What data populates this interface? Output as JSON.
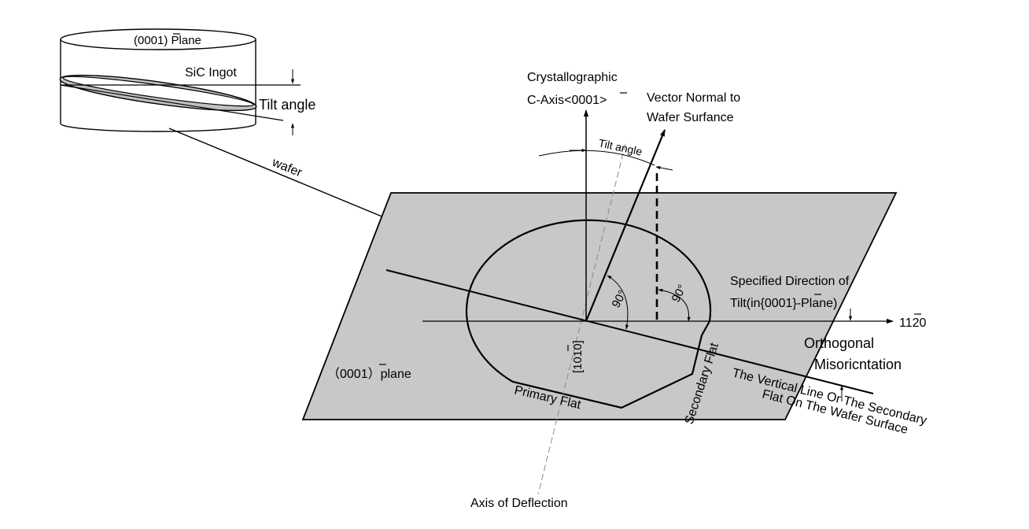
{
  "diagram": {
    "labels": {
      "ingot_plane": "(0001) Plane",
      "sic_ingot": "SiC Ingot",
      "ingot_tilt_angle": "Tilt angle",
      "wafer": "wafer",
      "c_axis_line1": "Crystallographic",
      "c_axis_line2": "C-Axis<0001>",
      "normal_line1": "Vector Normal to",
      "normal_line2": "Wafer Surfance",
      "tilt_angle": "Tilt angle",
      "specified_line1": "Specified Direction of",
      "specified_line2": "Tilt(in{0001}-Plane)",
      "direction_1120": "1120",
      "orthogonal_line1": "Orthogonal",
      "orthogonal_line2": "Misoricntation",
      "angle_90_a": "90°",
      "angle_90_b": "90°",
      "direction_1010": "[1010]",
      "wafer_plane": "（0001）plane",
      "primary_flat": "Primary Flat",
      "secondary_flat": "Secondary Flat",
      "vertical_line1": "The Vertical Line Or The Secondary",
      "vertical_line2": "Flat On The Wafer Surface",
      "axis_deflection": "Axis of Deflection"
    },
    "colors": {
      "plane_fill": "#c8c8c8",
      "ring_fill": "#c0c0c0",
      "stroke": "#000000",
      "deflection_axis": "#8a8a8a"
    }
  }
}
